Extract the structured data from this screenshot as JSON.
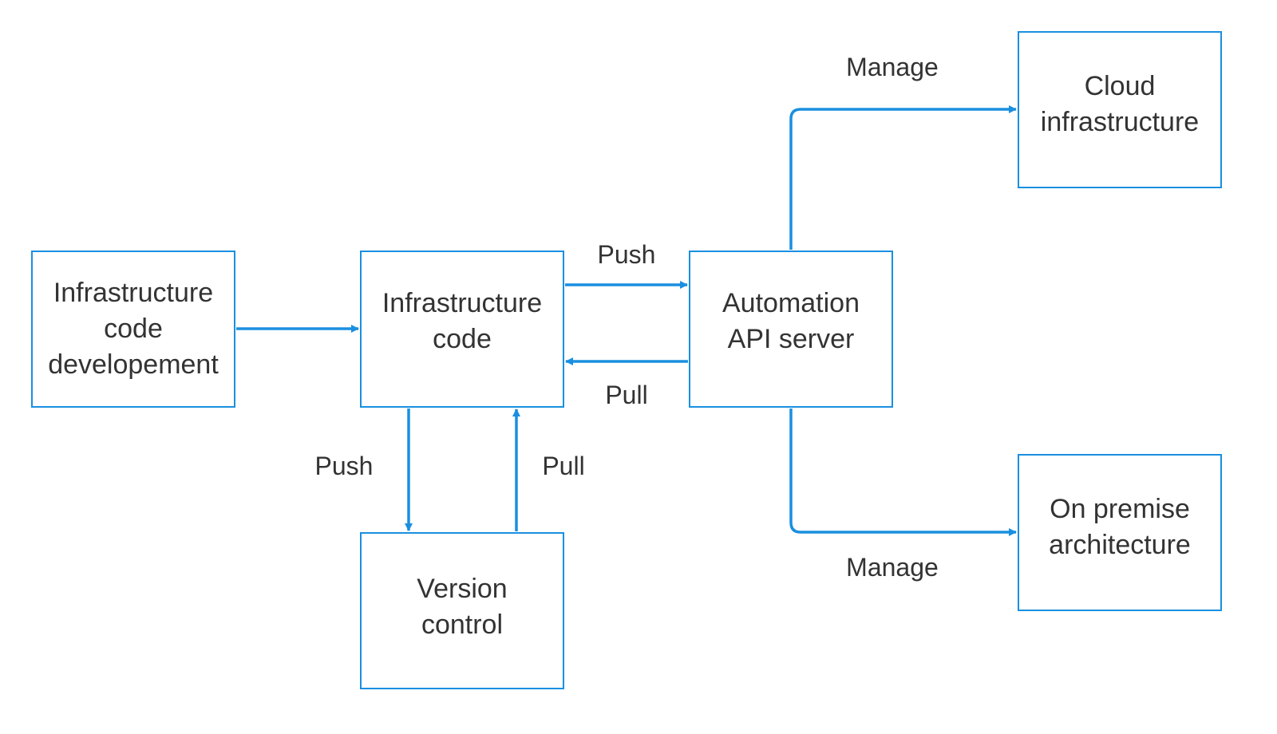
{
  "diagram": {
    "colors": {
      "stroke": "#1a8fe0",
      "text": "#333333",
      "background": "#ffffff"
    },
    "nodes": {
      "dev": {
        "label": "Infrastructure\ncode\ndevelopement"
      },
      "code": {
        "label": "Infrastructure\ncode"
      },
      "api": {
        "label": "Automation\nAPI server"
      },
      "cloud": {
        "label": "Cloud\ninfrastructure"
      },
      "onprem": {
        "label": "On premise\narchitecture"
      },
      "vcs": {
        "label": "Version\ncontrol"
      }
    },
    "edges": [
      {
        "from": "dev",
        "to": "code",
        "label": ""
      },
      {
        "from": "code",
        "to": "api",
        "label": "Push"
      },
      {
        "from": "api",
        "to": "code",
        "label": "Pull"
      },
      {
        "from": "code",
        "to": "vcs",
        "label": "Push"
      },
      {
        "from": "vcs",
        "to": "code",
        "label": "Pull"
      },
      {
        "from": "api",
        "to": "cloud",
        "label": "Manage"
      },
      {
        "from": "api",
        "to": "onprem",
        "label": "Manage"
      }
    ]
  }
}
